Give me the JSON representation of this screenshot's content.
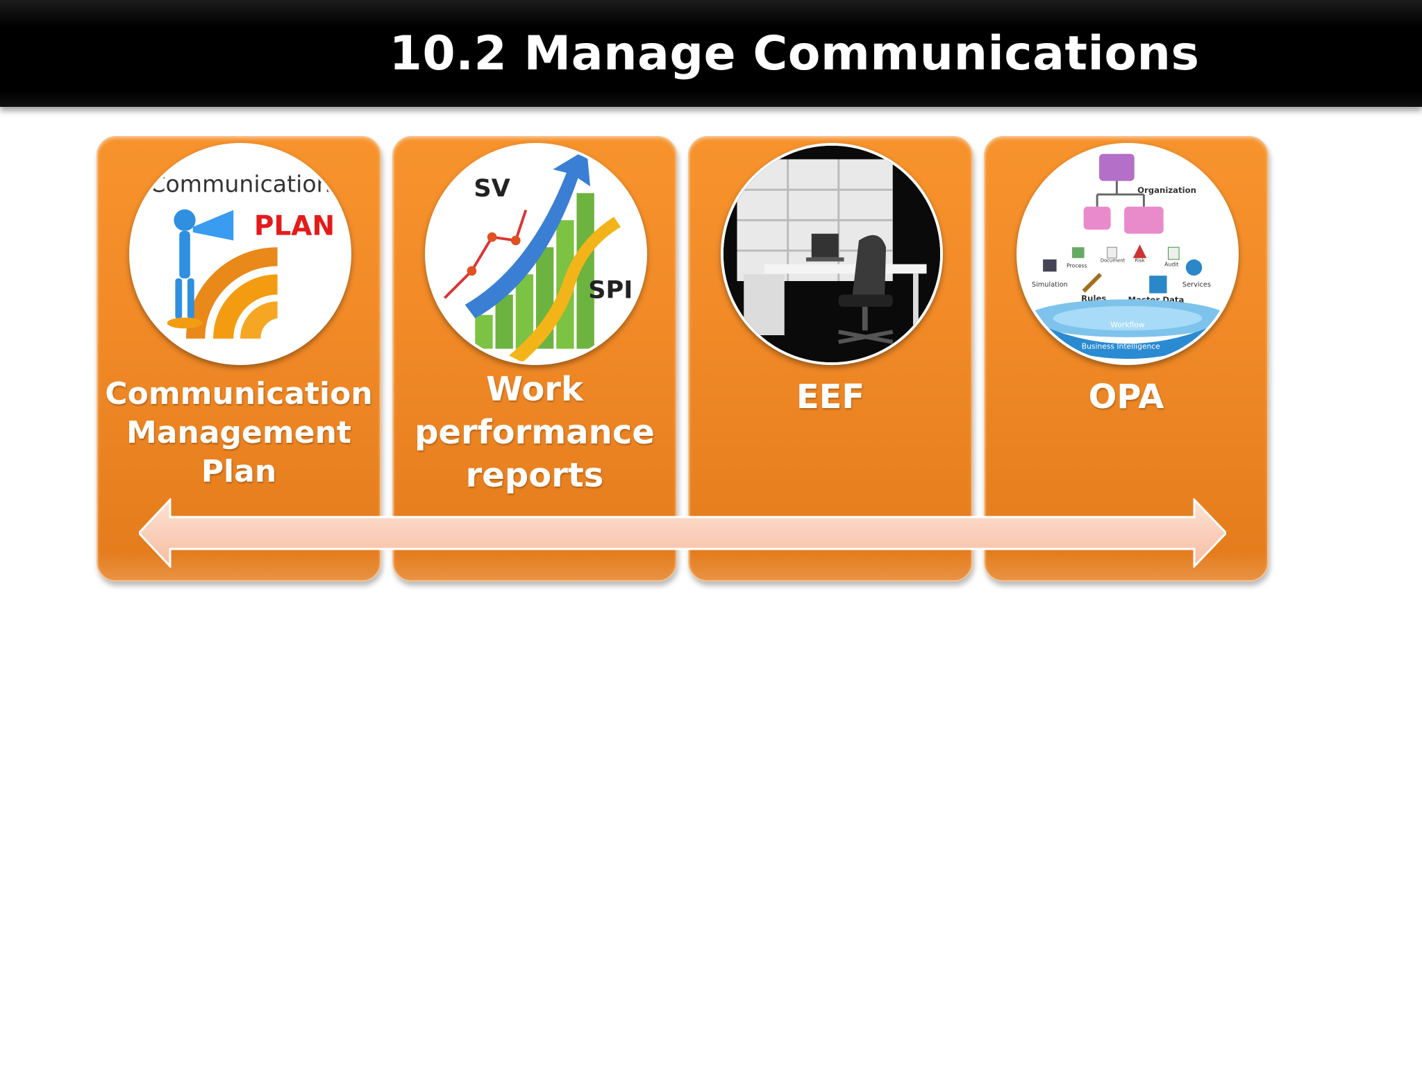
{
  "slide": {
    "title": "10.2 Manage Communications",
    "cards": [
      {
        "id": "communication-management-plan",
        "icon": "communication-plan-icon",
        "image_text": [
          "Communication",
          "PLAN"
        ],
        "label_lines": [
          "Communication",
          "Management",
          "Plan"
        ]
      },
      {
        "id": "work-performance-reports",
        "icon": "performance-chart-icon",
        "image_text": [
          "SV",
          "SPI"
        ],
        "label_lines": [
          "Work",
          "performance",
          "reports"
        ]
      },
      {
        "id": "eef",
        "icon": "office-desk-icon",
        "label_lines": [
          "EEF"
        ]
      },
      {
        "id": "opa",
        "icon": "organization-assets-icon",
        "image_text": [
          "Organization",
          "Process",
          "Document",
          "Risk",
          "Audit",
          "Simulation",
          "Rules",
          "Master Data",
          "Services",
          "Workflow",
          "Business Intelligence"
        ],
        "label_lines": [
          "OPA"
        ]
      }
    ],
    "connector": "double-headed-arrow",
    "colors": {
      "title_bar": "#000000",
      "card_orange": "#f18a27",
      "arrow_fill": "#f9c7ae"
    }
  }
}
